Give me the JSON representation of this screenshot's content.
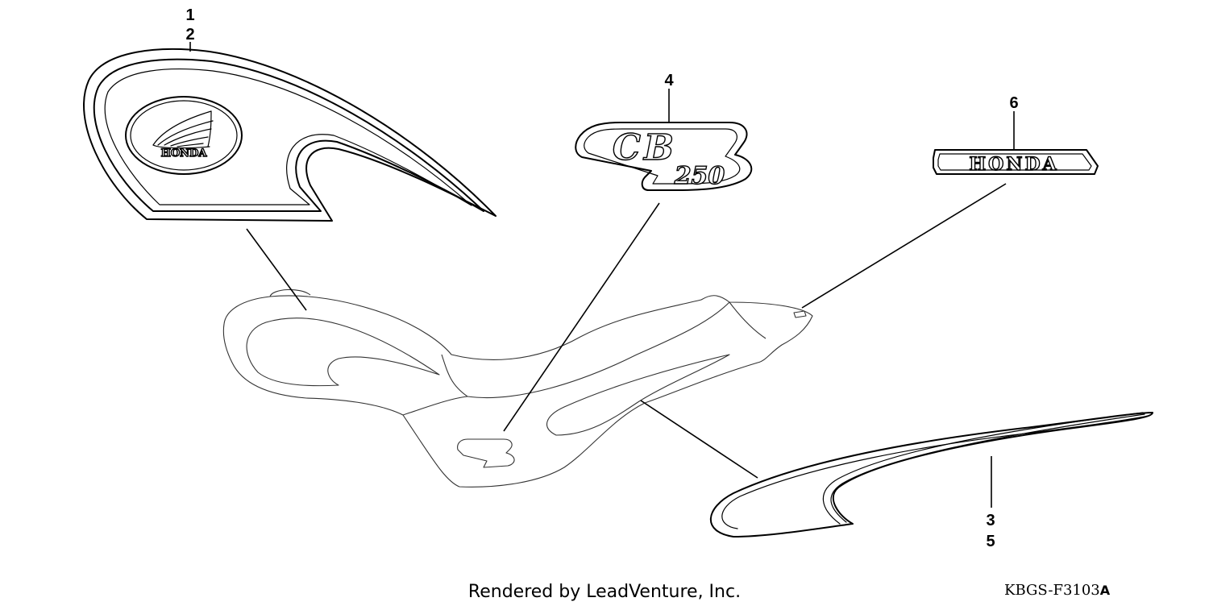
{
  "parts": [
    {
      "ref": "1"
    },
    {
      "ref": "2"
    },
    {
      "ref": "3"
    },
    {
      "ref": "4"
    },
    {
      "ref": "5"
    },
    {
      "ref": "6"
    }
  ],
  "tank_emblem_text": "HONDA",
  "side_cover_badge_text": "HONDA",
  "cb_emblem_text": "CB",
  "cb_emblem_number": "250",
  "footer": {
    "rendered_by": "Rendered by LeadVenture, Inc.",
    "diagram_code": "KBGS-F3103",
    "diagram_code_suffix": "A"
  },
  "colors": {
    "line": "#000000",
    "background": "#ffffff"
  }
}
